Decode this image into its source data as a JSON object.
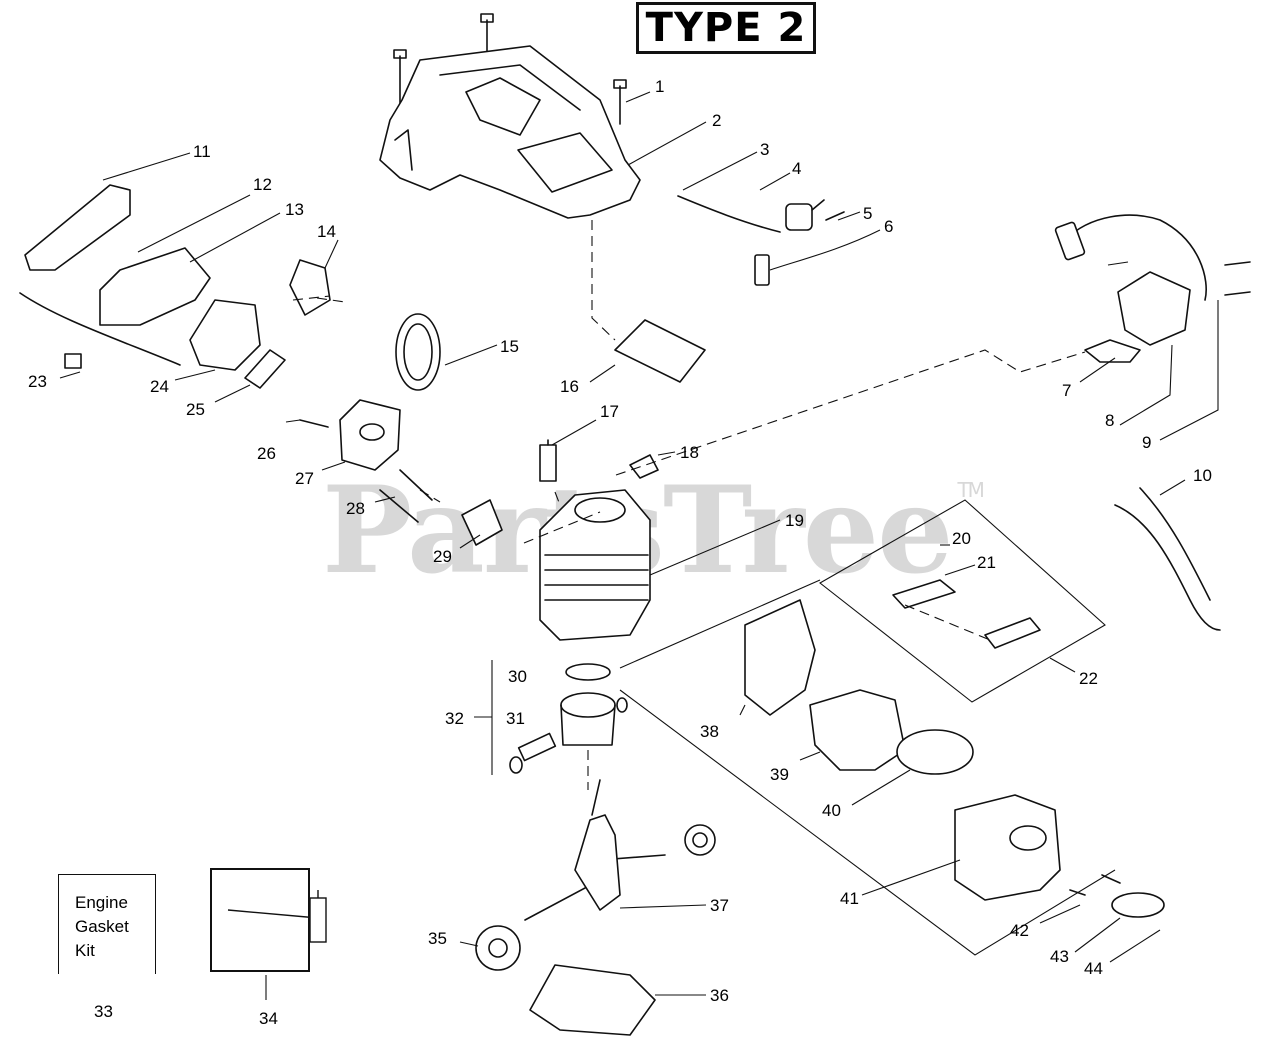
{
  "title": "TYPE 2",
  "watermark": {
    "text": "PartsTree",
    "trademark": "TM"
  },
  "gasket_kit_label": [
    "Engine",
    "Gasket",
    "Kit"
  ],
  "callouts": [
    "1",
    "2",
    "3",
    "4",
    "5",
    "6",
    "7",
    "8",
    "9",
    "10",
    "11",
    "12",
    "13",
    "14",
    "15",
    "16",
    "17",
    "18",
    "19",
    "20",
    "21",
    "22",
    "23",
    "24",
    "25",
    "26",
    "27",
    "28",
    "29",
    "30",
    "31",
    "32",
    "33",
    "34",
    "35",
    "36",
    "37",
    "38",
    "39",
    "40",
    "41",
    "42",
    "43",
    "44"
  ],
  "colors": {
    "line": "#111111",
    "watermark": "#d2d2d2",
    "background": "#ffffff"
  }
}
